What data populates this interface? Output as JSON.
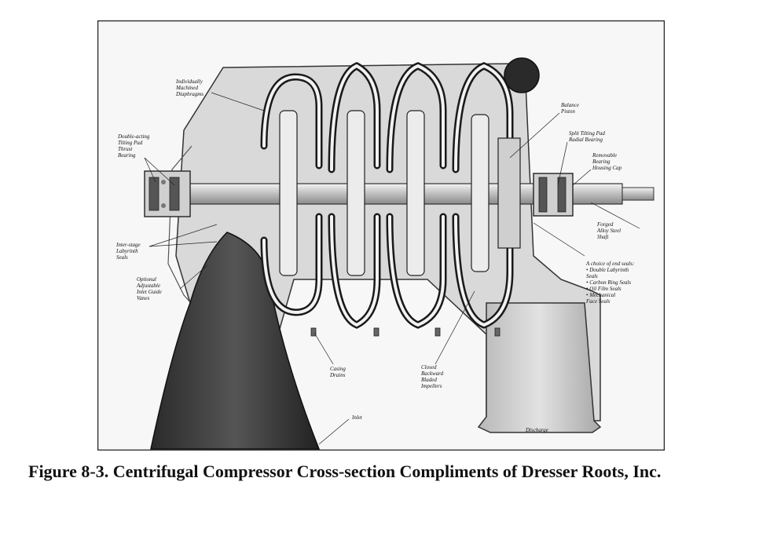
{
  "figure": {
    "labels": {
      "diaphragms": [
        "Individually",
        "Machined",
        "Diaphragms"
      ],
      "thrust_bearing": [
        "Double-acting",
        "Tilting Pad",
        "Thrust",
        "Bearing"
      ],
      "balance_piston": [
        "Balance",
        "Piston"
      ],
      "radial_bearing": [
        "Split Tilting Pad",
        "Radial Bearing"
      ],
      "housing_cap": [
        "Removable",
        "Bearing",
        "Housing Cap"
      ],
      "shaft": [
        "Forged",
        "Alloy Steel",
        "Shaft"
      ],
      "labyrinth_seals": [
        "Inter-stage",
        "Labyrinth",
        "Seals"
      ],
      "inlet_guide_vanes": [
        "Optional",
        "Adjustable",
        "Inlet Guide",
        "Vanes"
      ],
      "end_seals": [
        "A choice of end seals:",
        "• Double Labyrinth",
        "  Seals",
        "• Carbon Ring Seals",
        "• Oil Film Seals",
        "• Mechanical",
        "  Face Seals"
      ],
      "casing_drains": [
        "Casing",
        "Drains"
      ],
      "impellers": [
        "Closed",
        "Backward",
        "Bladed",
        "Impellers"
      ],
      "inlet": "Inlet",
      "discharge": "Discharge"
    }
  },
  "caption": "Figure 8-3. Centrifugal Compressor Cross-section Compliments of Dresser Roots, Inc."
}
